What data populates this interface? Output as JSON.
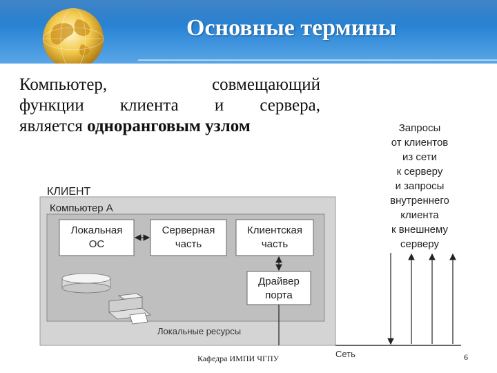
{
  "slide": {
    "title": "Основные термины",
    "text_line1": "Компьютер, совмещающий",
    "text_line2": "функции клиента и сервера,",
    "text_line3_normal": "является ",
    "text_line3_bold": "одноранговым узлом"
  },
  "diagram": {
    "client_label": "КЛИЕНТ",
    "computer_label": "Компьютер А",
    "local_os": [
      "Локальная",
      "ОС"
    ],
    "server_part": [
      "Серверная",
      "часть"
    ],
    "client_part": [
      "Клиентская",
      "часть"
    ],
    "port_driver": [
      "Драйвер",
      "порта"
    ],
    "local_resources": "Локальные ресурсы",
    "network_label": "Сеть",
    "requests_text": [
      "Запросы",
      "от клиентов",
      "из сети",
      "к серверу",
      "и запросы",
      "внутреннего",
      "клиента",
      "к внешнему",
      "серверу"
    ]
  },
  "footer": {
    "center_text": "Кафедра ИМПИ ЧГПУ",
    "page_number": "6"
  },
  "colors": {
    "header_blue": "#0b63b8",
    "diagram_outer": "#d4d4d4",
    "diagram_inner": "#bfbfbf",
    "box_fill": "#ffffff"
  }
}
